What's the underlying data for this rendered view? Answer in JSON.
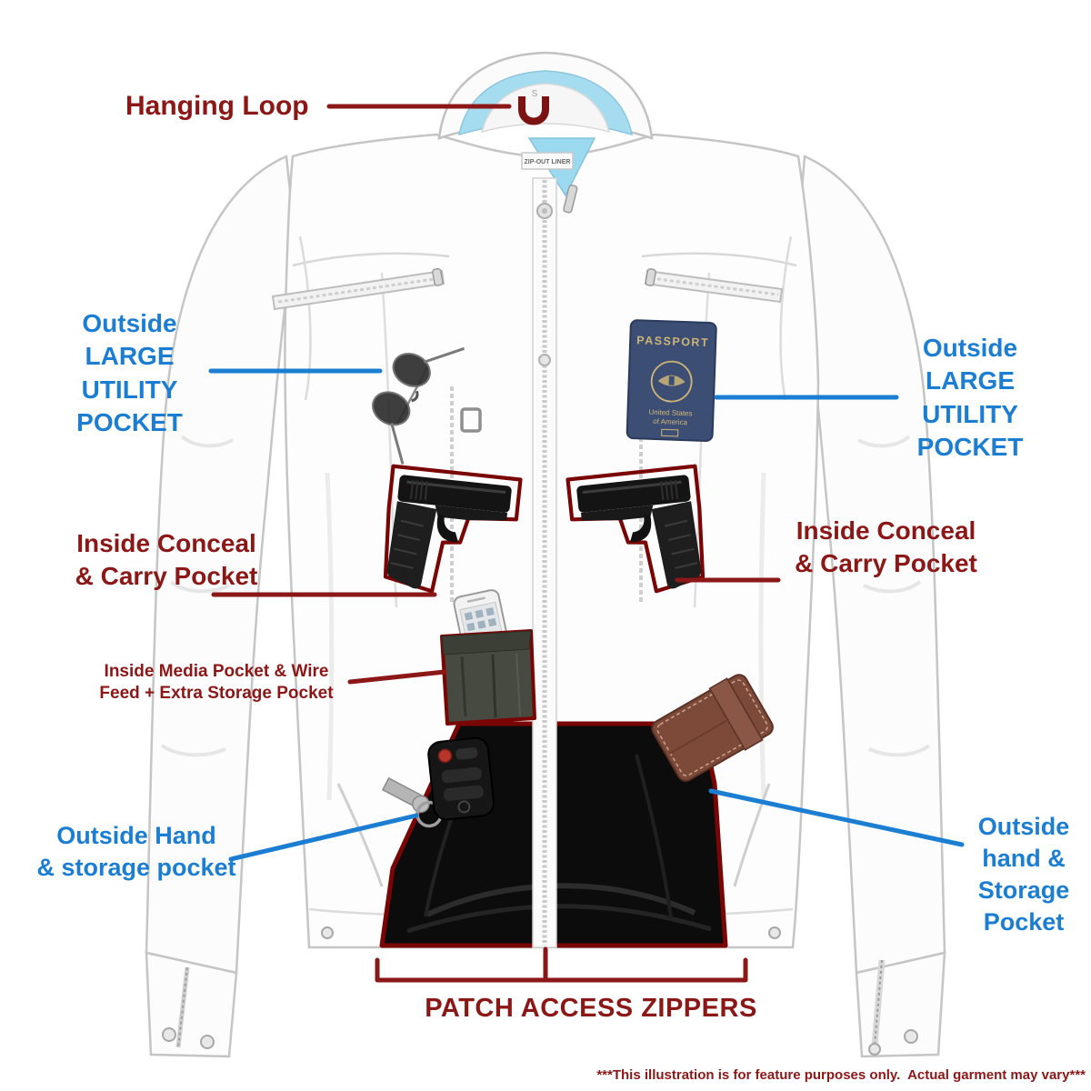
{
  "colors": {
    "label_red": "#8b1717",
    "label_blue": "#1b7ed2",
    "line_red": "#8b1717",
    "line_blue": "#1b7ed2",
    "pocket_outline_red": "#7a0505",
    "liner_blue": "#a6dcf0",
    "jacket_white": "#fdfdfd"
  },
  "annotations": {
    "hanging_loop": {
      "text": "Hanging Loop"
    },
    "utility_left": {
      "line1": "Outside",
      "line2": "LARGE",
      "line3": "UTILITY",
      "line4": "POCKET"
    },
    "utility_right": {
      "line1": "Outside",
      "line2": "LARGE",
      "line3": "UTILITY",
      "line4": "POCKET"
    },
    "conceal_left": {
      "line1": "Inside Conceal",
      "line2": "& Carry Pocket"
    },
    "conceal_right": {
      "line1": "Inside Conceal",
      "line2": "& Carry Pocket"
    },
    "media_pocket": {
      "line1": "Inside Media Pocket & Wire",
      "line2": "Feed + Extra Storage Pocket"
    },
    "hand_left": {
      "line1": "Outside Hand",
      "line2": "& storage pocket"
    },
    "hand_right": {
      "line1": "Outside",
      "line2": "hand &",
      "line3": "Storage",
      "line4": "Pocket"
    },
    "patch_access": {
      "text": "PATCH ACCESS ZIPPERS"
    },
    "disclaimer": {
      "text": "***This illustration is for feature purposes only.  Actual garment may vary***"
    }
  },
  "jacket": {
    "liner_tag_text": "ZIP-OUT LINER",
    "collar_size": "S",
    "passport": {
      "title": "PASSPORT",
      "line1": "United States",
      "line2": "of America"
    }
  }
}
